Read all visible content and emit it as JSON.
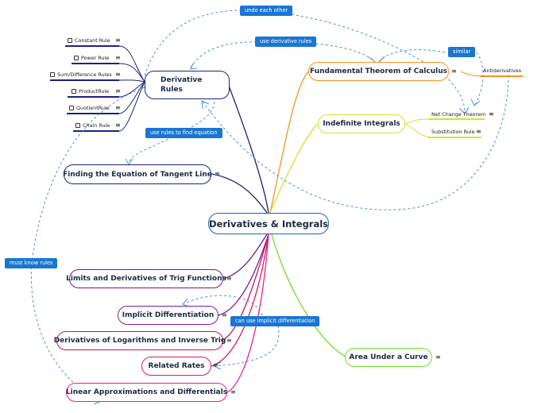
{
  "center": {
    "label": "Derivatives & Integrals"
  },
  "topics": {
    "derivative_rules": "Derivative\nRules",
    "fundamental_theorem": "Fundamental Theorem of Calculus",
    "indefinite_integrals": "Indefinite Integrals",
    "tangent_line": "Finding the Equation of Tangent Line",
    "limits_trig": "Limits and Derivatives of Trig Functions",
    "implicit_diff": "Implicit Differentiation",
    "log_inverse_trig": "Derivatives of Logarithms and Inverse Trig",
    "related_rates": "Related Rates",
    "linear_approx": "Linear Approximations and Differentials",
    "area_under_curve": "Area Under a Curve"
  },
  "rules": {
    "constant": "Constant Rule",
    "power": "Power Rule",
    "sum_difference": "Sum/Difference Rules",
    "product": "ProductRule",
    "quotient": "QuotientRule",
    "chain": "Chain Rule"
  },
  "subtopics": {
    "antiderivatives": "Antiderivatives",
    "net_change": "Net Change Theorem",
    "substitution": "Substitution Rule"
  },
  "relationships": {
    "undo_each_other": "undo each other",
    "use_derivative_rules": "use derivative rules",
    "similar": "similar",
    "use_rules_tangent": "use rules to find equation",
    "must_know_rules": "must know rules",
    "can_use_implicit": "can use implicit differentiation"
  },
  "menu_glyph": "≡",
  "colors": {
    "center": "#1565c0",
    "derivative_rules": "#1a237e",
    "fundamental_theorem": "#f7941d",
    "indefinite_integrals": "#c6e82a",
    "tangent_line": "#1a237e",
    "limits_trig": "#6a1b9a",
    "implicit_diff": "#7b1fa2",
    "log_inverse_trig": "#c2185b",
    "related_rates": "#d81b60",
    "linear_approx": "#e91e8c",
    "area_under_curve": "#6ee02a",
    "relationship": "#4a90d9",
    "tag": "#1976d2"
  }
}
